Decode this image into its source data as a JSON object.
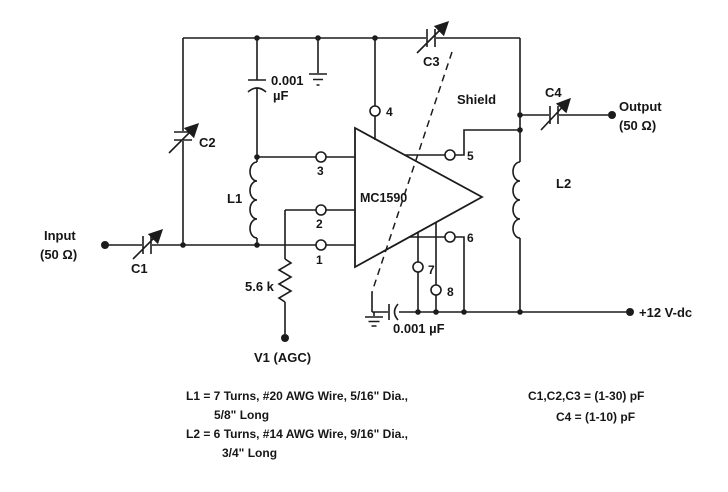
{
  "colors": {
    "ink": "#1c1c1c",
    "background": "#ffffff"
  },
  "schematic": {
    "ic_label": "MC1590",
    "shield_label": "Shield",
    "pins": {
      "p1": "1",
      "p2": "2",
      "p3": "3",
      "p4": "4",
      "p5": "5",
      "p6": "6",
      "p7": "7",
      "p8": "8"
    },
    "terminals": {
      "input_line1": "Input",
      "input_line2": "(50 Ω)",
      "output_line1": "Output",
      "output_line2": "(50 Ω)",
      "supply": "+12 V-dc",
      "agc": "V1 (AGC)"
    },
    "components": {
      "c1": "C1",
      "c2": "C2",
      "c3": "C3",
      "c4": "C4",
      "l1": "L1",
      "l2": "L2",
      "r1": "5.6 k",
      "bypass_top_line1": "0.001",
      "bypass_top_line2": "µF",
      "bypass_bottom": "0.001 µF"
    },
    "notes": {
      "l1_line1": "L1 = 7 Turns, #20 AWG Wire, 5/16\" Dia.,",
      "l1_line2": "5/8\" Long",
      "l2_line1": "L2 = 6 Turns, #14 AWG Wire, 9/16\" Dia.,",
      "l2_line2": "3/4\" Long",
      "c_group": "C1,C2,C3 = (1-30) pF",
      "c4_value": "C4 = (1-10) pF"
    }
  }
}
